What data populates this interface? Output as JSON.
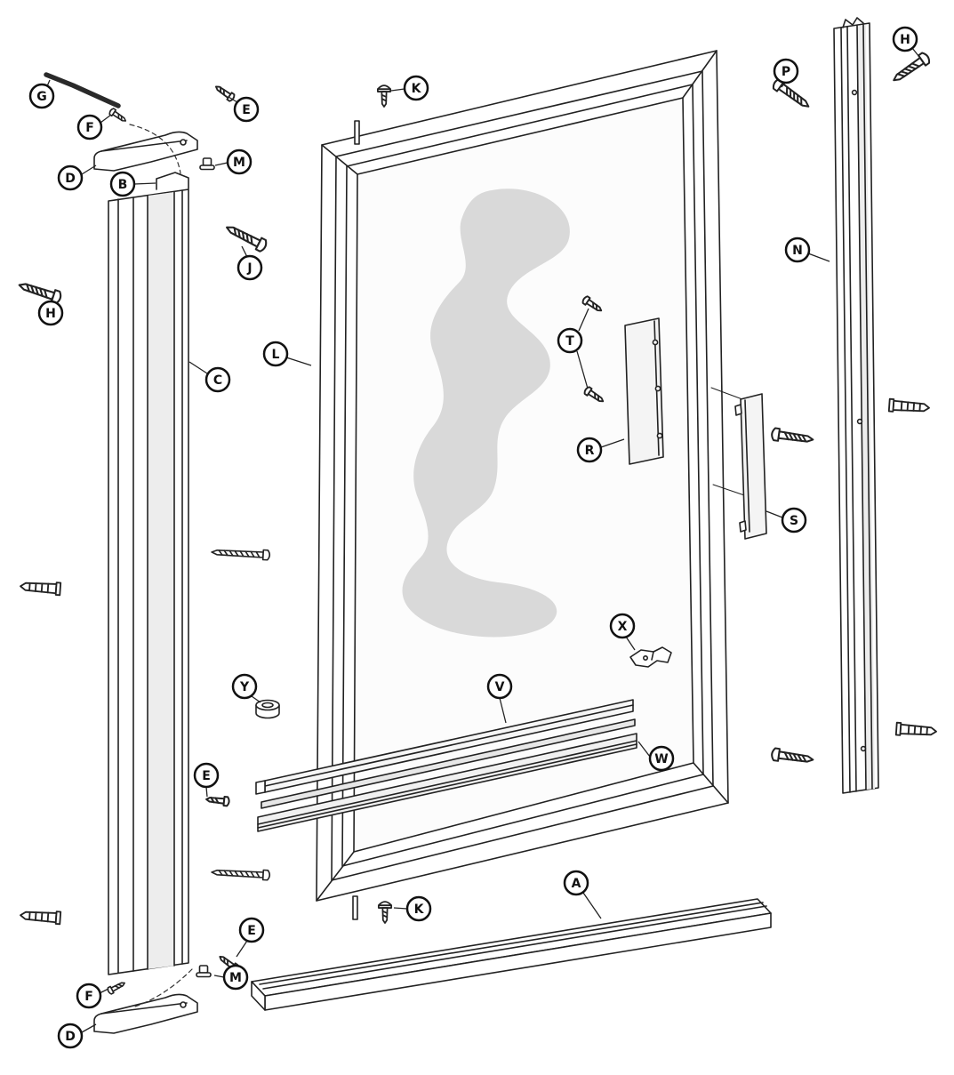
{
  "diagram": {
    "kind": "exploded-assembly-diagram",
    "colors": {
      "line": "#222222",
      "glass_tint": "#d9d9d9",
      "part_fill": "#ffffff",
      "shade": "#ededed"
    },
    "callouts": [
      {
        "letter": "G"
      },
      {
        "letter": "F"
      },
      {
        "letter": "E"
      },
      {
        "letter": "D"
      },
      {
        "letter": "M"
      },
      {
        "letter": "B"
      },
      {
        "letter": "H"
      },
      {
        "letter": "J"
      },
      {
        "letter": "C"
      },
      {
        "letter": "L"
      },
      {
        "letter": "K"
      },
      {
        "letter": "P"
      },
      {
        "letter": "H"
      },
      {
        "letter": "N"
      },
      {
        "letter": "T"
      },
      {
        "letter": "R"
      },
      {
        "letter": "S"
      },
      {
        "letter": "X"
      },
      {
        "letter": "Y"
      },
      {
        "letter": "V"
      },
      {
        "letter": "W"
      },
      {
        "letter": "E"
      },
      {
        "letter": "A"
      },
      {
        "letter": "K"
      },
      {
        "letter": "E"
      },
      {
        "letter": "M"
      },
      {
        "letter": "F"
      },
      {
        "letter": "D"
      }
    ]
  }
}
